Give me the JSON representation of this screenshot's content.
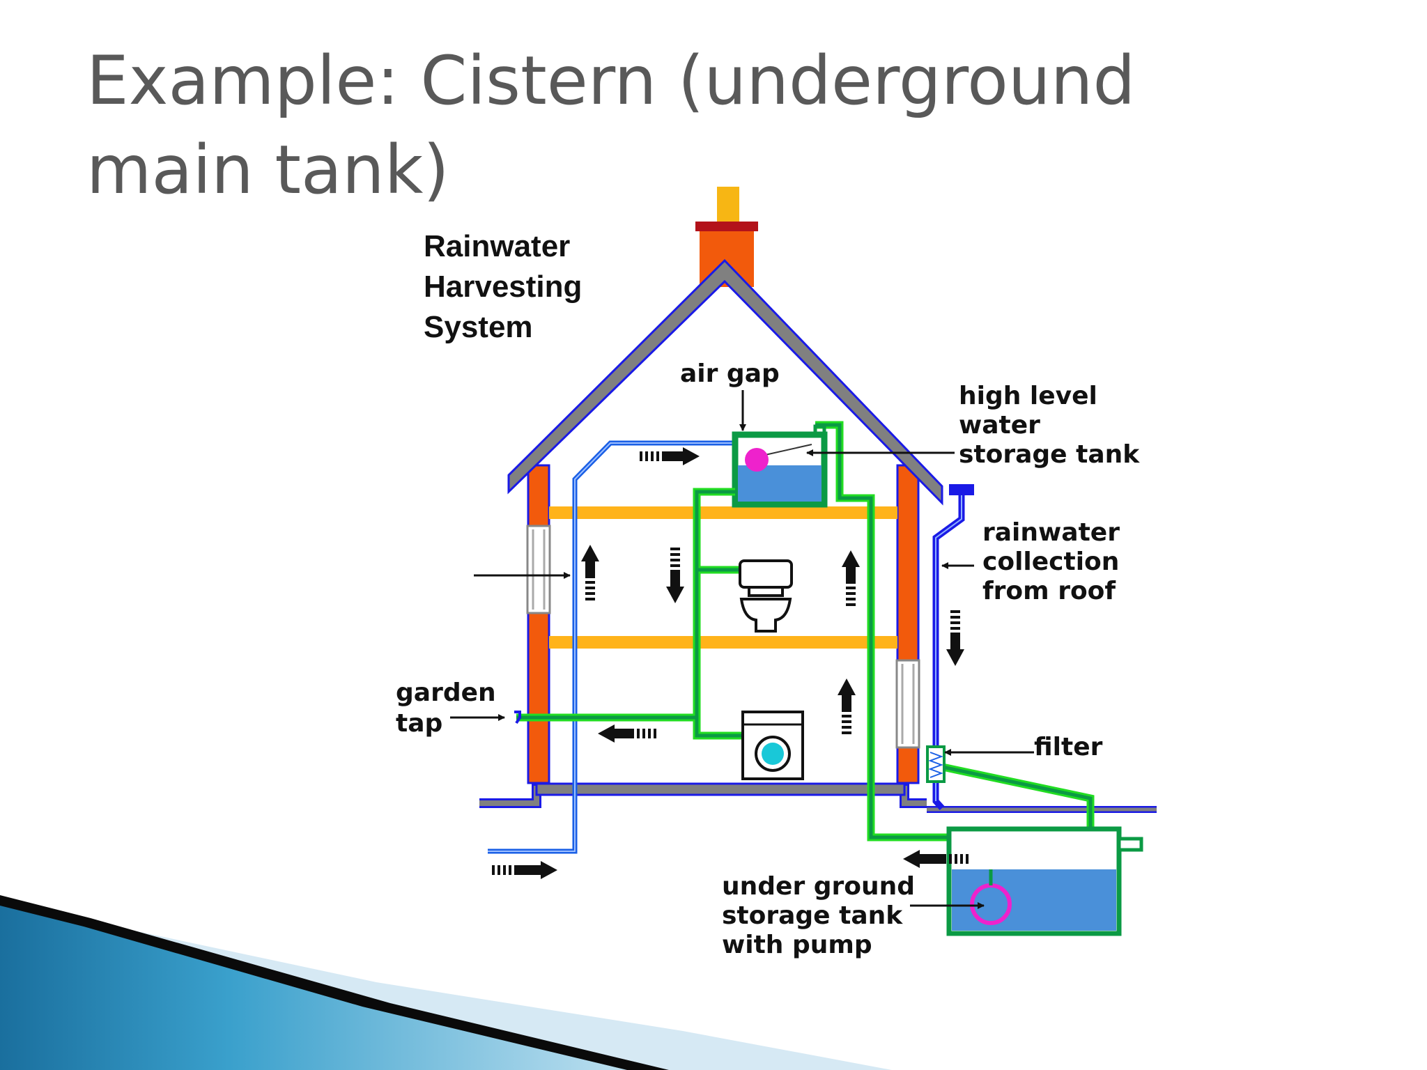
{
  "slide": {
    "title": "Example: Cistern (underground\nmain tank)"
  },
  "diagram": {
    "heading": [
      "Rainwater",
      "Harvesting",
      "System"
    ],
    "labels": {
      "air_gap": [
        "air gap"
      ],
      "high_level_tank": [
        "high level",
        "water",
        "storage tank"
      ],
      "rainwater_collection": [
        "rainwater",
        "collection",
        "from roof"
      ],
      "garden_tap": [
        "garden",
        "tap"
      ],
      "filter": [
        "filter"
      ],
      "underground_tank": [
        "under ground",
        "storage tank",
        "with pump"
      ]
    },
    "colors": {
      "roof": "#808080",
      "roof_outline": "#1a1aff",
      "wall_brick": "#f25a0c",
      "chimney_cap": "#b3121a",
      "chimney_top": "#f7b614",
      "floor_beam": "#ffb31a",
      "mains_pipe": "#1a5fe6",
      "rain_pipe": "#1a1ae6",
      "rainwater_pipe": "#0b9a44",
      "pipe_outline": "#22dd22",
      "water": "#4a90d9",
      "float_ball": "#ee22cc",
      "ground": "#808080",
      "accent_blue": "#1b7fb0"
    }
  }
}
